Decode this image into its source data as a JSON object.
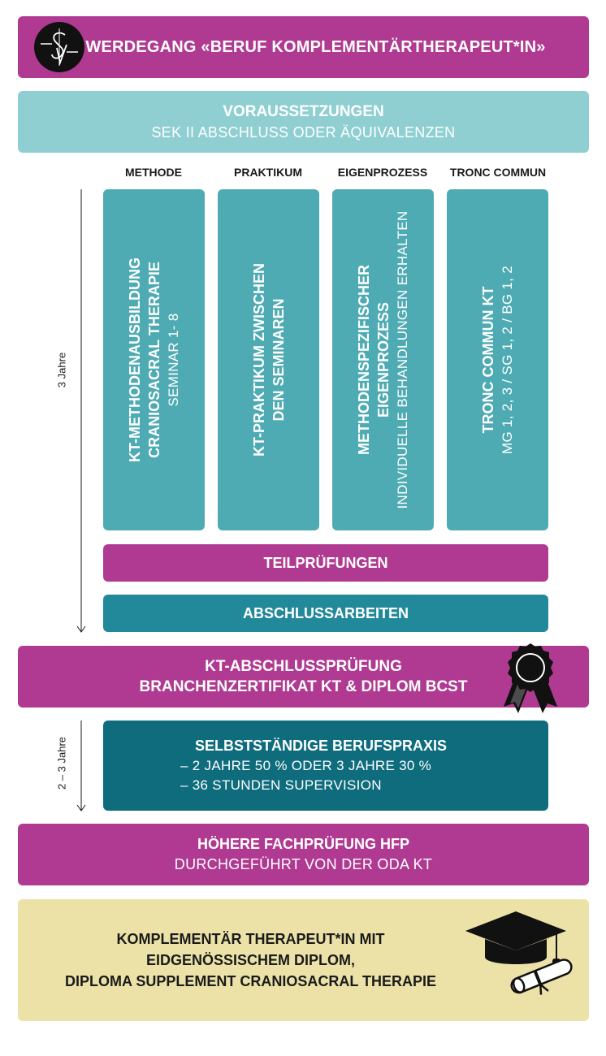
{
  "header": {
    "title": "Werdegang «Beruf Komplementärtherapeut*in»"
  },
  "prerequisites": {
    "title": "Voraussetzungen",
    "subtitle": "Sek II Abschluss oder Äquivalenzen"
  },
  "columns": [
    {
      "heading": "Methode",
      "title1": "KT-Methodenausbildung",
      "title2": "Craniosacral Therapie",
      "note": "Seminar 1- 8"
    },
    {
      "heading": "Praktikum",
      "title1": "KT-Praktikum zwischen",
      "title2": "den Seminaren",
      "note": ""
    },
    {
      "heading": "Eigenprozess",
      "title1": "Methodenspezifischer",
      "title2": "Eigenprozess",
      "note": "individuelle Behandlungen erhalten"
    },
    {
      "heading": "Tronc Commun",
      "title1": "Tronc Commun KT",
      "title2": "",
      "note": "MG 1, 2, 3 / SG 1, 2 / BG 1, 2"
    }
  ],
  "timeline": {
    "first": "3 Jahre",
    "second": "2 – 3 Jahre"
  },
  "teilpruefungen": "Teilprüfungen",
  "abschlussarbeiten": "Abschlussarbeiten",
  "kt_abschluss": {
    "line1": "KT-Abschlussprüfung",
    "line2": "Branchenzertifikat KT & Diplom BCST"
  },
  "berufspraxis": {
    "title": "Selbstständige Berufspraxis",
    "item1": "– 2 Jahre 50 % oder 3 Jahre 30 %",
    "item2": "– 36 Stunden Supervision"
  },
  "hfp": {
    "title": "Höhere Fachprüfung HFP",
    "subtitle": "Durchgeführt von der OdA KT"
  },
  "final": {
    "line1": "Komplementär Therapeut*in mit",
    "line2": "eidgenössischem Diplom,",
    "line3": "Diploma Supplement Craniosacral Therapie"
  },
  "colors": {
    "magenta": "#b03a91",
    "light_teal": "#8fcfd2",
    "teal": "#4eabb3",
    "mid_teal": "#21899a",
    "dark_teal": "#0e6c7d",
    "cream": "#ece2a8"
  }
}
